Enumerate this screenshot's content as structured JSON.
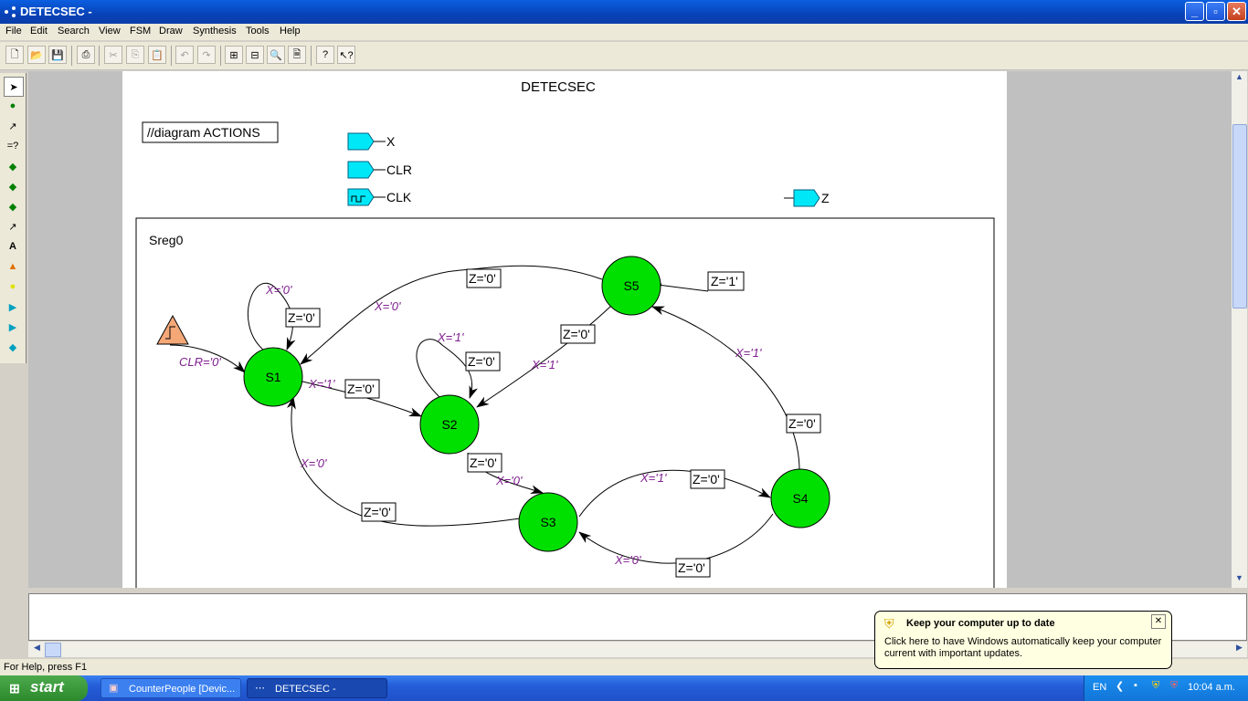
{
  "window": {
    "title": "DETECSEC -"
  },
  "menu": [
    "File",
    "Edit",
    "Search",
    "View",
    "FSM",
    "Draw",
    "Synthesis",
    "Tools",
    "Help"
  ],
  "diagram": {
    "title": "DETECSEC",
    "actions_box": "//diagram ACTIONS",
    "inputs": [
      "X",
      "CLR",
      "CLK"
    ],
    "output_port": "Z",
    "machine_name": "Sreg0",
    "states": [
      "S1",
      "S2",
      "S3",
      "S4",
      "S5"
    ],
    "state_color": "#00e000",
    "port_color": "#00e8f8",
    "reset_condition": "CLR='0'",
    "conditions": {
      "s1_self": "X='0'",
      "s1_to_s2": "X='1'",
      "s2_self": "X='1'",
      "s5_to_s2": "X='1'",
      "s5_to_s1": "X='0'",
      "s2_to_s3": "X='0'",
      "s3_to_s1": "X='0'",
      "s3_to_s4": "X='1'",
      "s4_to_s3": "X='0'",
      "s4_to_s5": "X='1'"
    },
    "actions": {
      "s1_self": "Z='0'",
      "s1_to_s2": "Z='0'",
      "s2_self": "Z='0'",
      "s5_to_s2": "Z='0'",
      "s5_to_s1": "Z='0'",
      "s2_to_s3": "Z='0'",
      "s3_to_s1": "Z='0'",
      "s3_to_s4": "Z='0'",
      "s4_to_s3": "Z='0'",
      "s4_to_s5": "Z='0'",
      "s5_state": "Z='1'"
    }
  },
  "statusbar": {
    "text": "For Help, press F1"
  },
  "taskbar": {
    "start": "start",
    "items": [
      "CounterPeople [Devic...",
      "DETECSEC -"
    ],
    "language": "EN",
    "clock": "10:04 a.m."
  },
  "balloon": {
    "title": "Keep your computer up to date",
    "body": "Click here to have Windows automatically keep your computer current with important updates."
  }
}
